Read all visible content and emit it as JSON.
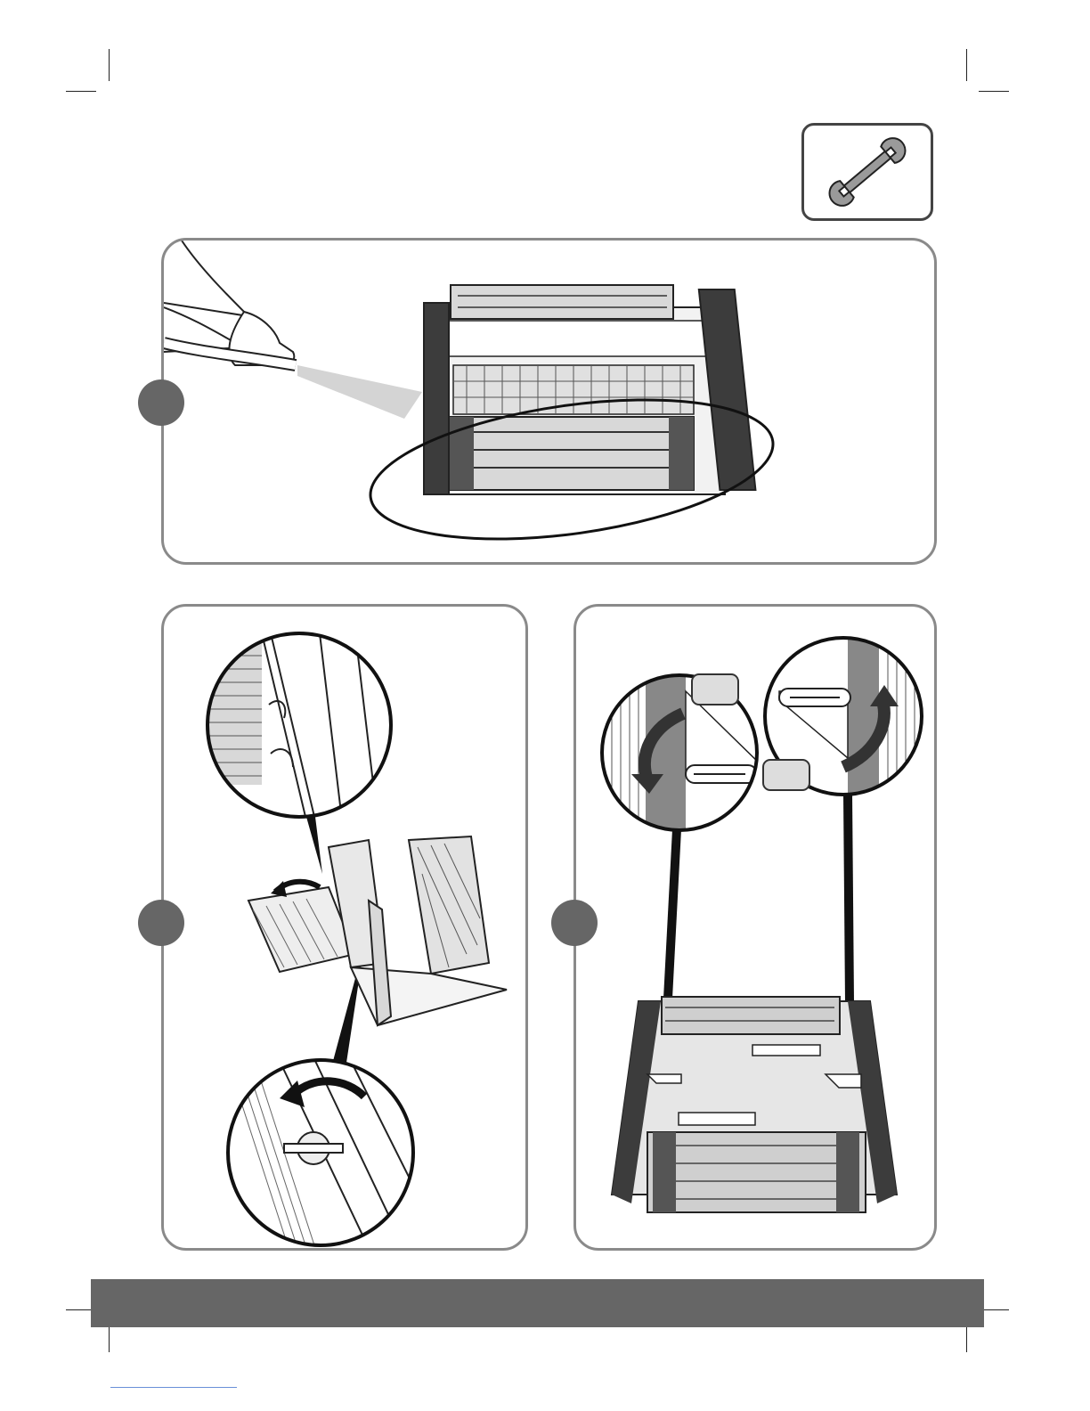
{
  "page": {
    "tool_icon": "wrench-icon",
    "colors": {
      "panel_border": "#8a8a8a",
      "step_marker": "#666666",
      "footer_bar": "#666666",
      "line_art": "#222222",
      "tread": "#3c3c3c",
      "light_fill": "#e6e6e6"
    }
  },
  "panels": [
    {
      "id": "rinse-brushes",
      "illustration": "hand-holding-hose-rinsing-cleaner-underside",
      "step_label": ""
    },
    {
      "id": "open-filter-panels",
      "illustration": "filter-basket-with-two-detail-magnifiers",
      "step_label": ""
    },
    {
      "id": "rotate-latches",
      "illustration": "cleaner-top-with-two-latch-detail-magnifiers",
      "step_label": ""
    }
  ]
}
